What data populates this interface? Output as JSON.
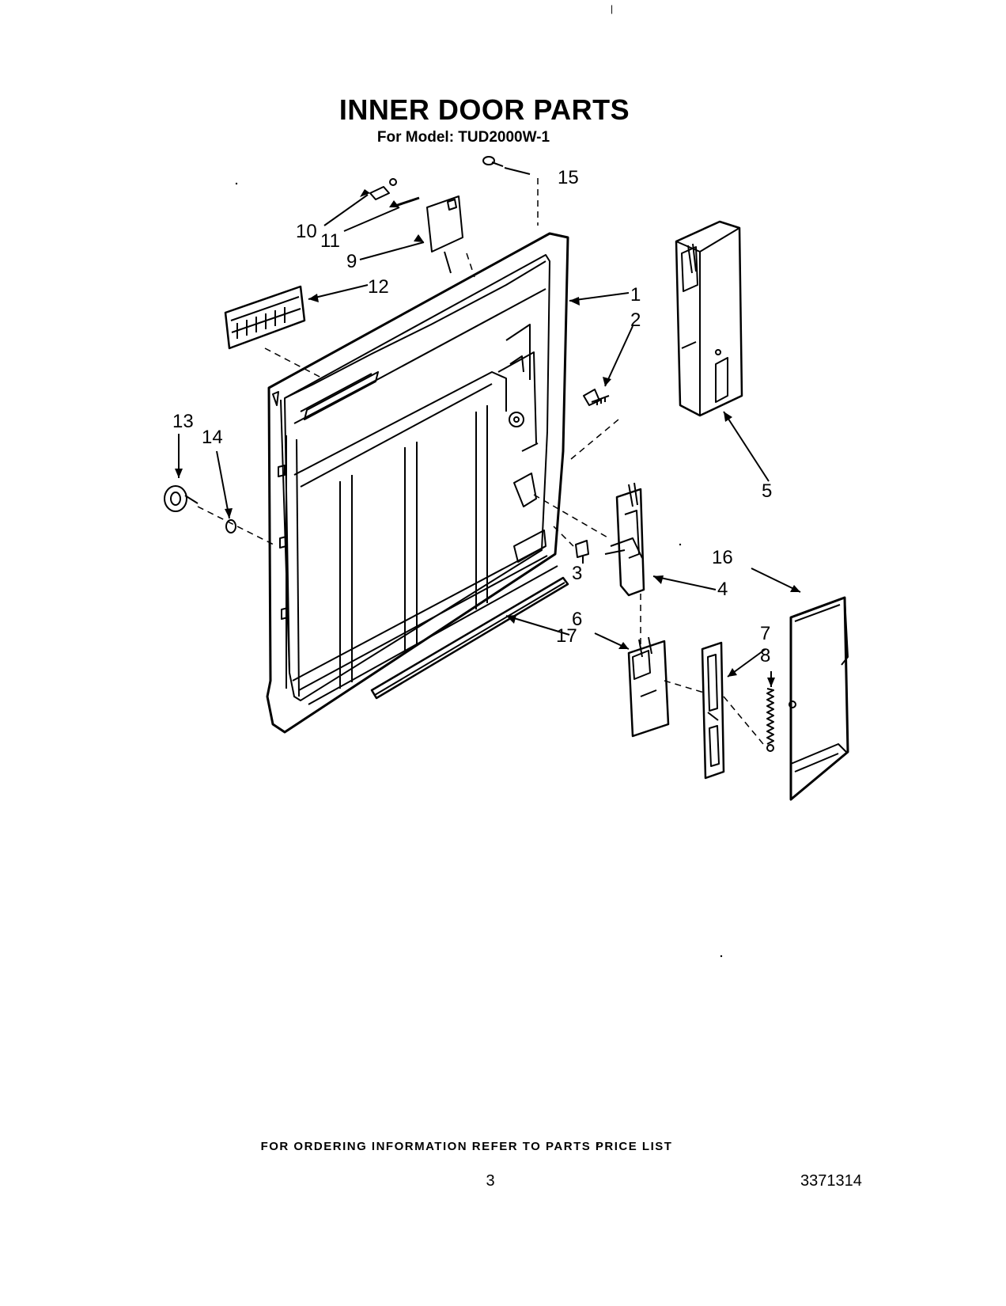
{
  "header": {
    "title": "INNER DOOR PARTS",
    "model_line": "For Model: TUD2000W-1"
  },
  "callouts": [
    "1",
    "2",
    "3",
    "4",
    "5",
    "6",
    "7",
    "8",
    "9",
    "10",
    "11",
    "12",
    "13",
    "14",
    "15",
    "16",
    "17"
  ],
  "footer": {
    "ordering_note": "FOR ORDERING INFORMATION REFER TO PARTS PRICE LIST",
    "page_number": "3",
    "doc_number": "3371314"
  },
  "colors": {
    "ink": "#000000",
    "paper": "#ffffff"
  }
}
